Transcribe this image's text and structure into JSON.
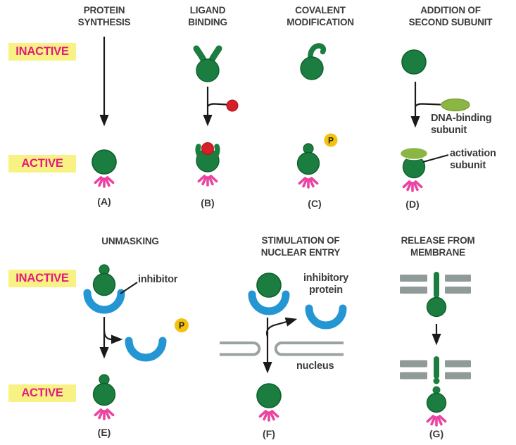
{
  "labels": {
    "inactive": "INACTIVE",
    "active": "ACTIVE"
  },
  "panels": {
    "a": {
      "title": "PROTEIN\nSYNTHESIS",
      "letter": "(A)"
    },
    "b": {
      "title": "LIGAND\nBINDING",
      "letter": "(B)"
    },
    "c": {
      "title": "COVALENT\nMODIFICATION",
      "letter": "(C)"
    },
    "d": {
      "title": "ADDITION OF\nSECOND SUBUNIT",
      "letter": "(D)",
      "annotation_dna": "DNA-binding\nsubunit",
      "annotation_activation": "activation\nsubunit"
    },
    "e": {
      "title": "UNMASKING",
      "letter": "(E)",
      "annotation_inhibitor": "inhibitor"
    },
    "f": {
      "title": "STIMULATION OF\nNUCLEAR ENTRY",
      "letter": "(F)",
      "annotation_inhibitory": "inhibitory\nprotein",
      "annotation_nucleus": "nucleus"
    },
    "g": {
      "title": "RELEASE FROM\nMEMBRANE",
      "letter": "(G)"
    }
  },
  "badges": {
    "phosphate": "P"
  },
  "colors": {
    "protein_green": "#1b7d3f",
    "protein_green_edge": "#0f5f2d",
    "subunit_light_green": "#8cb643",
    "ligand_red": "#d62027",
    "inhibitor_blue": "#2496d4",
    "rays_pink": "#ea43a1",
    "state_text_pink": "#e3197d",
    "state_bg_yellow": "#f8f284",
    "phosphate_yellow": "#f4c20c",
    "membrane_gray": "#909a98",
    "envelope_gray": "#9aa3a0",
    "text_dark": "#3b3b3b",
    "arrow_black": "#1a1a1a"
  }
}
